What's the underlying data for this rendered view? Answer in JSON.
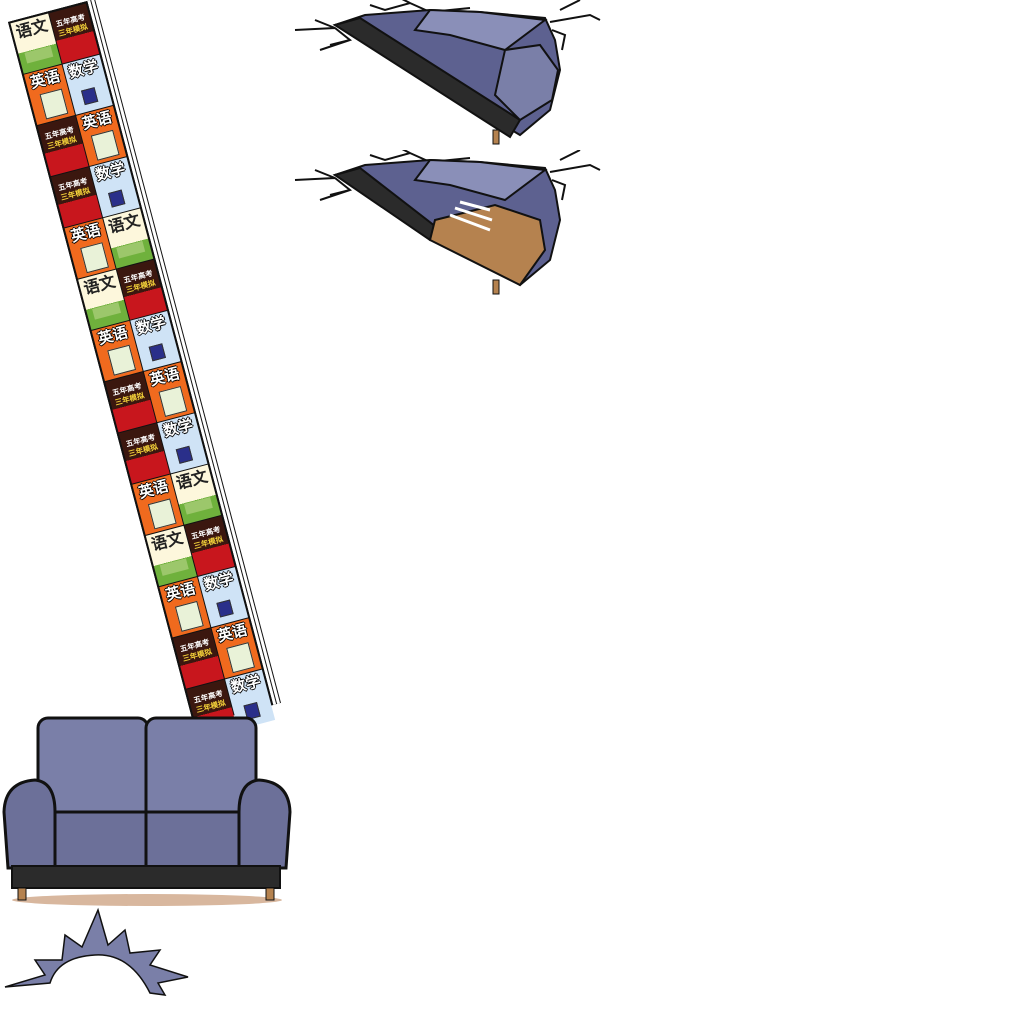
{
  "books": {
    "labels": {
      "yw": "语文",
      "yy": "英语",
      "sx": "数学",
      "wn_line1": "五年高考",
      "wn_line2": "三年模拟"
    },
    "sequence": [
      "yw",
      "wn",
      "yy",
      "sx",
      "wn",
      "yy",
      "wn",
      "sx",
      "yy",
      "yw",
      "yw",
      "wn",
      "yy",
      "sx",
      "wn",
      "yy",
      "wn",
      "sx",
      "yy",
      "yw",
      "yw",
      "wn",
      "yy",
      "sx",
      "wn",
      "yy",
      "wn",
      "sx"
    ]
  },
  "colors": {
    "sofa": "#7a7fa8",
    "sofa_dark": "#5d6190",
    "sofa_base": "#2b2b2b",
    "wood": "#b5824f",
    "floor_shadow": "#d8b79e"
  }
}
